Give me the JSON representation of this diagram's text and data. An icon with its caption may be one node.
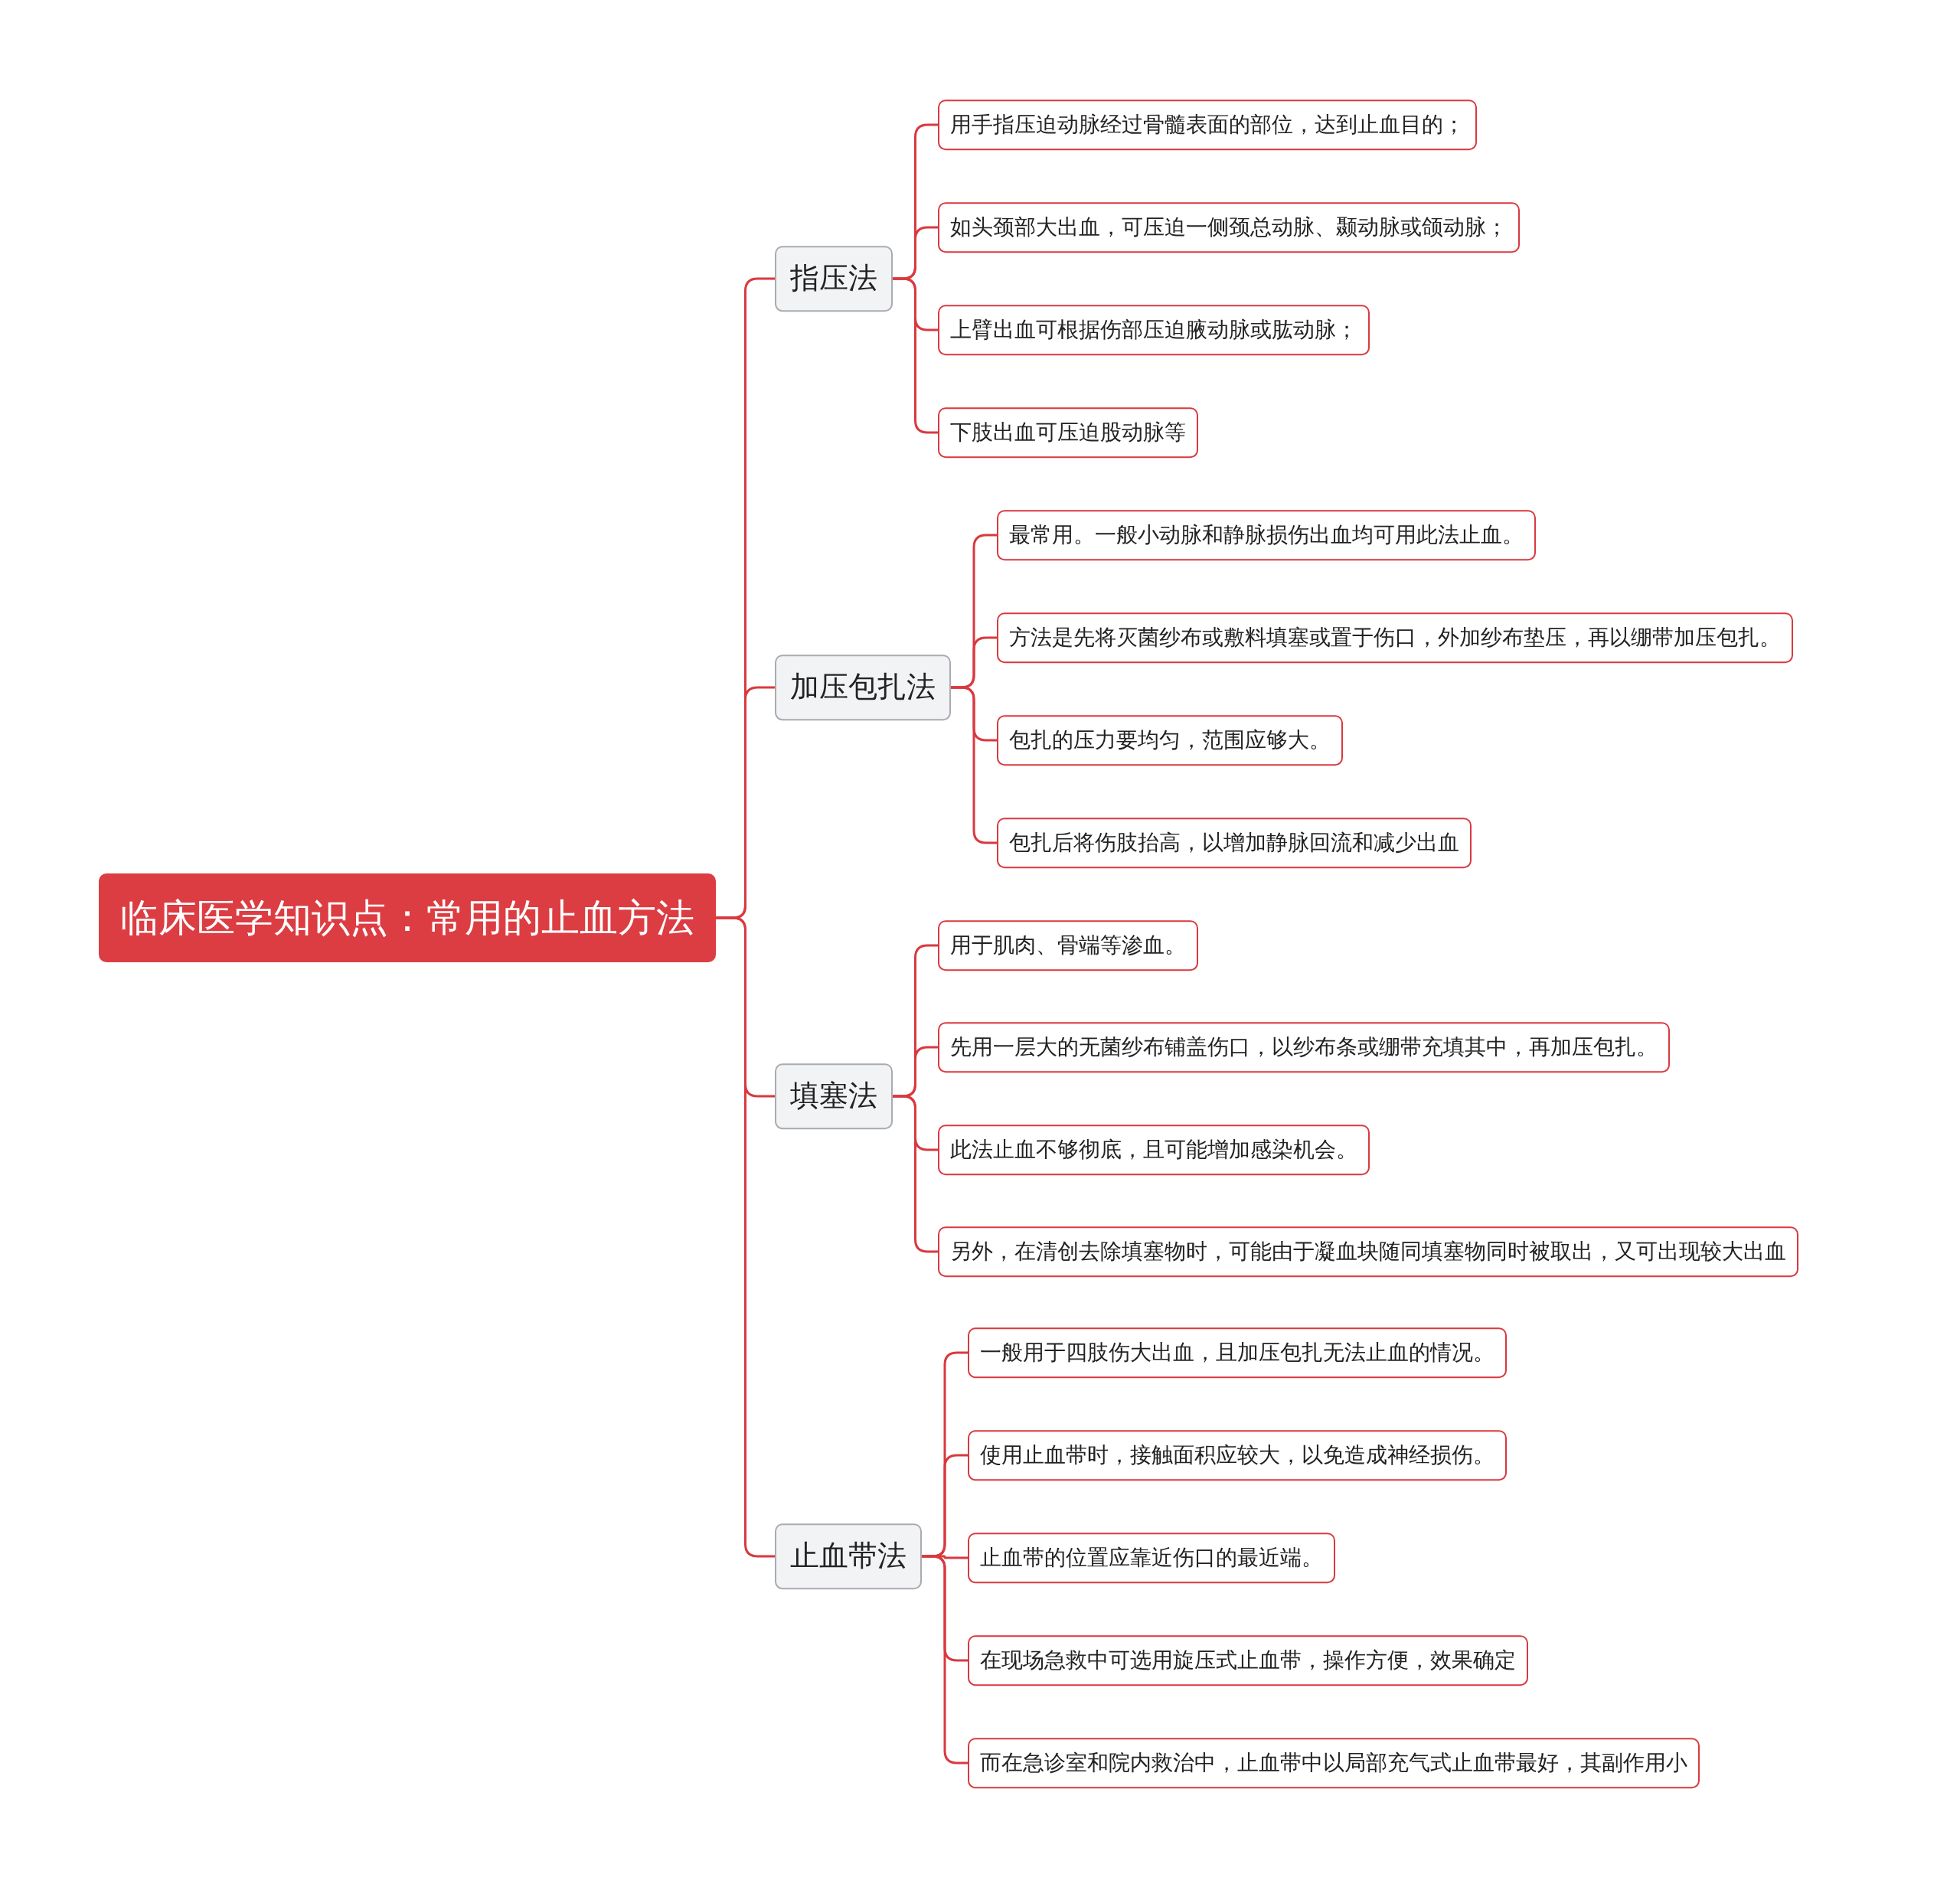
{
  "diagram": {
    "nodes": [
      {
        "text": [
          "临床医学知识点：常用的止血方法"
        ]
      },
      {
        "text": [
          "指压法"
        ]
      },
      {
        "text": [
          "用手指压迫动脉经过骨髓表面的部位，达到止血目的；"
        ]
      },
      {
        "text": [
          "如头颈部大出血，可压迫一侧颈总动脉、颞动脉或颌动脉；"
        ]
      },
      {
        "text": [
          "上臂出血可根据伤部压迫腋动脉或肱动脉；"
        ]
      },
      {
        "text": [
          "下肢出血可压迫股动脉等"
        ]
      },
      {
        "text": [
          "加压包扎法"
        ]
      },
      {
        "text": [
          "最常用。一般小动脉和静脉损伤出血均可用此法止血。"
        ]
      },
      {
        "text": [
          "方法是先将灭菌纱布或敷料填塞或置于伤口，外加纱布垫压，再以绷带加压包扎。"
        ]
      },
      {
        "text": [
          "包扎的压力要均匀，范围应够大。"
        ]
      },
      {
        "text": [
          "包扎后将伤肢抬高，以增加静脉回流和减少出血"
        ]
      },
      {
        "text": [
          "填塞法"
        ]
      },
      {
        "text": [
          "用于肌肉、骨端等渗血。"
        ]
      },
      {
        "text": [
          "先用一层大的无菌纱布铺盖伤口，以纱布条或绷带充填其中，再加压包扎。"
        ]
      },
      {
        "text": [
          "此法止血不够彻底，且可能增加感染机会。"
        ]
      },
      {
        "text": [
          "另外，在清创去除填塞物时，可能由于凝血块随同填塞物同时被取出，又可出现较大出血"
        ]
      },
      {
        "text": [
          "止血带法"
        ]
      },
      {
        "text": [
          "一般用于四肢伤大出血，且加压包扎无法止血的情况。"
        ]
      },
      {
        "text": [
          "使用止血带时，接触面积应较大，以免造成神经损伤。"
        ]
      },
      {
        "text": [
          "止血带的位置应靠近伤口的最近端。"
        ]
      },
      {
        "text": [
          "在现场急救中可选用旋压式止血带，操作方便，效果确定"
        ]
      },
      {
        "text": [
          "而在急诊室和院内救治中，止血带中以局部充气式止血带最好，其副作用小"
        ]
      }
    ],
    "edges": [
      {
        "from": 0,
        "to": 1,
        "arrow": "none"
      },
      {
        "from": 1,
        "to": 2,
        "arrow": "none"
      },
      {
        "from": 1,
        "to": 3,
        "arrow": "none"
      },
      {
        "from": 1,
        "to": 4,
        "arrow": "none"
      },
      {
        "from": 1,
        "to": 5,
        "arrow": "none"
      },
      {
        "from": 0,
        "to": 6,
        "arrow": "none"
      },
      {
        "from": 6,
        "to": 7,
        "arrow": "none"
      },
      {
        "from": 6,
        "to": 8,
        "arrow": "none"
      },
      {
        "from": 6,
        "to": 9,
        "arrow": "none"
      },
      {
        "from": 6,
        "to": 10,
        "arrow": "none"
      },
      {
        "from": 0,
        "to": 11,
        "arrow": "none"
      },
      {
        "from": 11,
        "to": 12,
        "arrow": "none"
      },
      {
        "from": 11,
        "to": 13,
        "arrow": "none"
      },
      {
        "from": 11,
        "to": 14,
        "arrow": "none"
      },
      {
        "from": 11,
        "to": 15,
        "arrow": "none"
      },
      {
        "from": 0,
        "to": 16,
        "arrow": "none"
      },
      {
        "from": 16,
        "to": 17,
        "arrow": "none"
      },
      {
        "from": 16,
        "to": 18,
        "arrow": "none"
      },
      {
        "from": 16,
        "to": 19,
        "arrow": "none"
      },
      {
        "from": 16,
        "to": 20,
        "arrow": "none"
      },
      {
        "from": 16,
        "to": 21,
        "arrow": "none"
      }
    ]
  }
}
